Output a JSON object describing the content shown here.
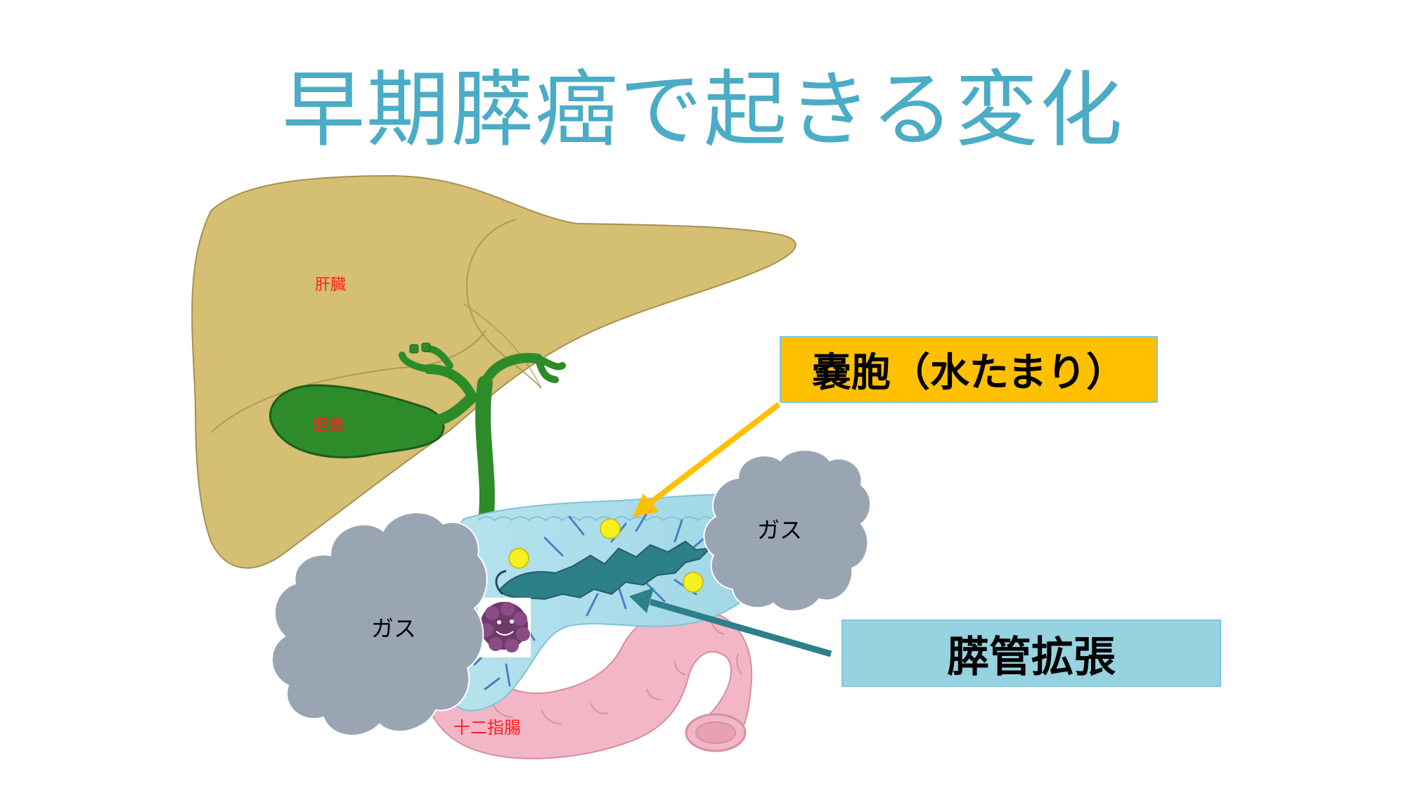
{
  "title": "早期膵癌で起きる変化",
  "labels": {
    "liver": "肝臓",
    "gallbladder": "胆嚢",
    "duodenum": "十二指腸",
    "gas_left": "ガス",
    "gas_right": "ガス"
  },
  "callouts": {
    "cyst": "嚢胞（水たまり）",
    "duct": "膵管拡張"
  },
  "colors": {
    "title": "#4bacc6",
    "liver": "#d4bf72",
    "gallbladder": "#2e8b2a",
    "pancreas": "#a6dbe8",
    "duct": "#2d7f8a",
    "cyst": "#f5f020",
    "duodenum": "#f2b6c6",
    "gas": "#9aa5b4",
    "cyst_callout": "#ffc000",
    "duct_callout": "#96d2e0",
    "organ_label": "#ff2020"
  },
  "icons": [
    "tumor-icon"
  ]
}
